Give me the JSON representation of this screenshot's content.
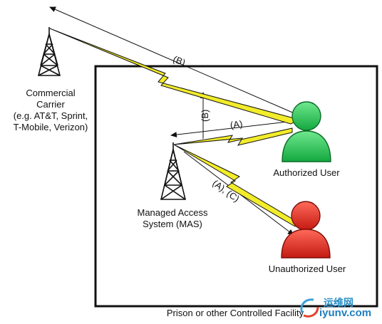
{
  "carrier": {
    "lines": [
      "Commercial",
      "Carrier",
      "(e.g. AT&T, Sprint,",
      "T-Mobile, Verizon)"
    ]
  },
  "mas": {
    "lines": [
      "Managed Access",
      "System (MAS)"
    ]
  },
  "authorized_user": {
    "label": "Authorized User",
    "color": "#22c45a"
  },
  "unauthorized_user": {
    "label": "Unauthorized User",
    "color": "#e23a2c"
  },
  "facility": {
    "label": "Prison or other Controlled Facility"
  },
  "links": {
    "b_top": "(B)",
    "b_vertical": "(B)",
    "a_top": "(A)",
    "ac": "(A), (C)"
  },
  "watermark": {
    "cn": "运维网",
    "site": "iyunv.com"
  },
  "colors": {
    "lightning": "#f2ec2a",
    "line": "#111111"
  }
}
